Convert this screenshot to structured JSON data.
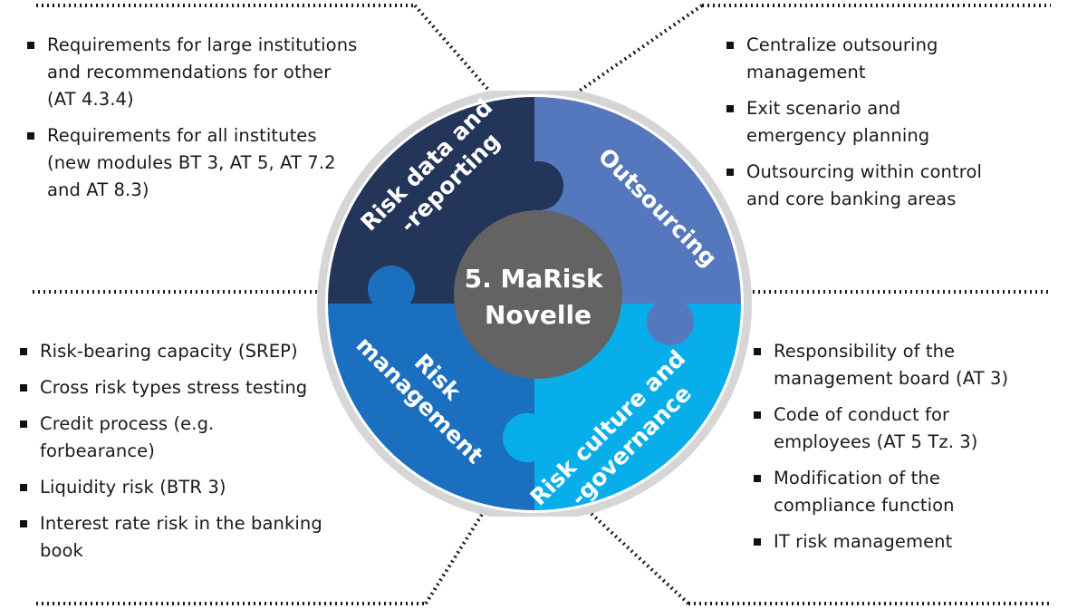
{
  "center": {
    "line1": "5. MaRisk",
    "line2": "Novelle"
  },
  "colors": {
    "dark_navy": "#24355a",
    "slate_blue": "#5577bd",
    "medium_blue": "#1a6fbf",
    "light_blue": "#08aeea",
    "center_gray": "#636363",
    "ring_gray": "#d6d6d6"
  },
  "segments": {
    "risk_data": {
      "line1": "Risk data and",
      "line2": "-reporting"
    },
    "outsourcing": {
      "line1": "Outsourcing"
    },
    "risk_management": {
      "line1": "Risk",
      "line2": "management"
    },
    "risk_culture": {
      "line1": "Risk culture and",
      "line2": "-governance"
    }
  },
  "top_left": [
    "Requirements for large institutions\nand recommendations for other\n(AT 4.3.4)",
    "Requirements for all institutes\n(new modules BT 3, AT 5, AT 7.2\nand AT 8.3)"
  ],
  "top_right": [
    "Centralize outsouring\nmanagement",
    "Exit scenario and\nemergency planning",
    "Outsourcing within control\nand core banking areas"
  ],
  "bottom_left": [
    "Risk-bearing capacity (SREP)",
    "Cross risk types stress testing",
    "Credit process (e.g.\nforbearance)",
    "Liquidity risk (BTR 3)",
    "Interest rate risk in the banking\nbook"
  ],
  "bottom_right": [
    "Responsibility of the\nmanagement board (AT 3)",
    "Code of conduct for\nemployees (AT 5 Tz. 3)",
    "Modification of the\ncompliance function",
    "IT risk management"
  ]
}
